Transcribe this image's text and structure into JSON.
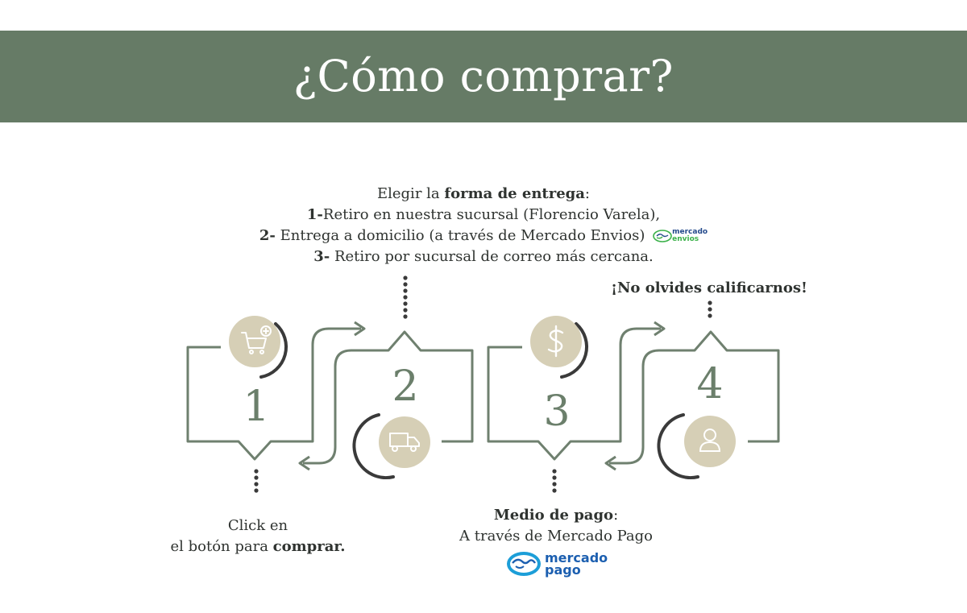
{
  "header": {
    "title": "¿Cómo comprar?"
  },
  "steps": [
    {
      "number": "1",
      "icon": "cart-add-icon"
    },
    {
      "number": "2",
      "icon": "truck-icon"
    },
    {
      "number": "3",
      "icon": "dollar-icon"
    },
    {
      "number": "4",
      "icon": "user-icon"
    }
  ],
  "delivery": {
    "intro_prefix": "Elegir la ",
    "intro_bold": "forma de entrega",
    "intro_suffix": ":",
    "options": [
      {
        "num": "1-",
        "text": "Retiro en nuestra sucursal (Florencio Varela),"
      },
      {
        "num": "2-",
        "text": " Entrega a domicilio (a través de Mercado Envios)"
      },
      {
        "num": "3-",
        "text": " Retiro por sucursal de correo más cercana."
      }
    ]
  },
  "envios_logo": {
    "line1": "mercado",
    "line2": "envios"
  },
  "click": {
    "line1": "Click en",
    "line2_prefix": "el botón para ",
    "line2_bold": "comprar."
  },
  "payment": {
    "title_bold": "Medio de pago",
    "title_suffix": ":",
    "line2": "A través de Mercado Pago"
  },
  "pago_logo": {
    "line1": "mercado",
    "line2": "pago"
  },
  "rate": {
    "text": "¡No olvides calificarnos!"
  },
  "colors": {
    "banner": "#667b66",
    "line": "#6f806f",
    "circle": "#d6cfb6",
    "arc": "#3a3a3a",
    "dots": "#3a3a3a",
    "envios_blue": "#244a8c",
    "envios_green": "#3bb14a",
    "pago_blue": "#1c5fb0"
  }
}
